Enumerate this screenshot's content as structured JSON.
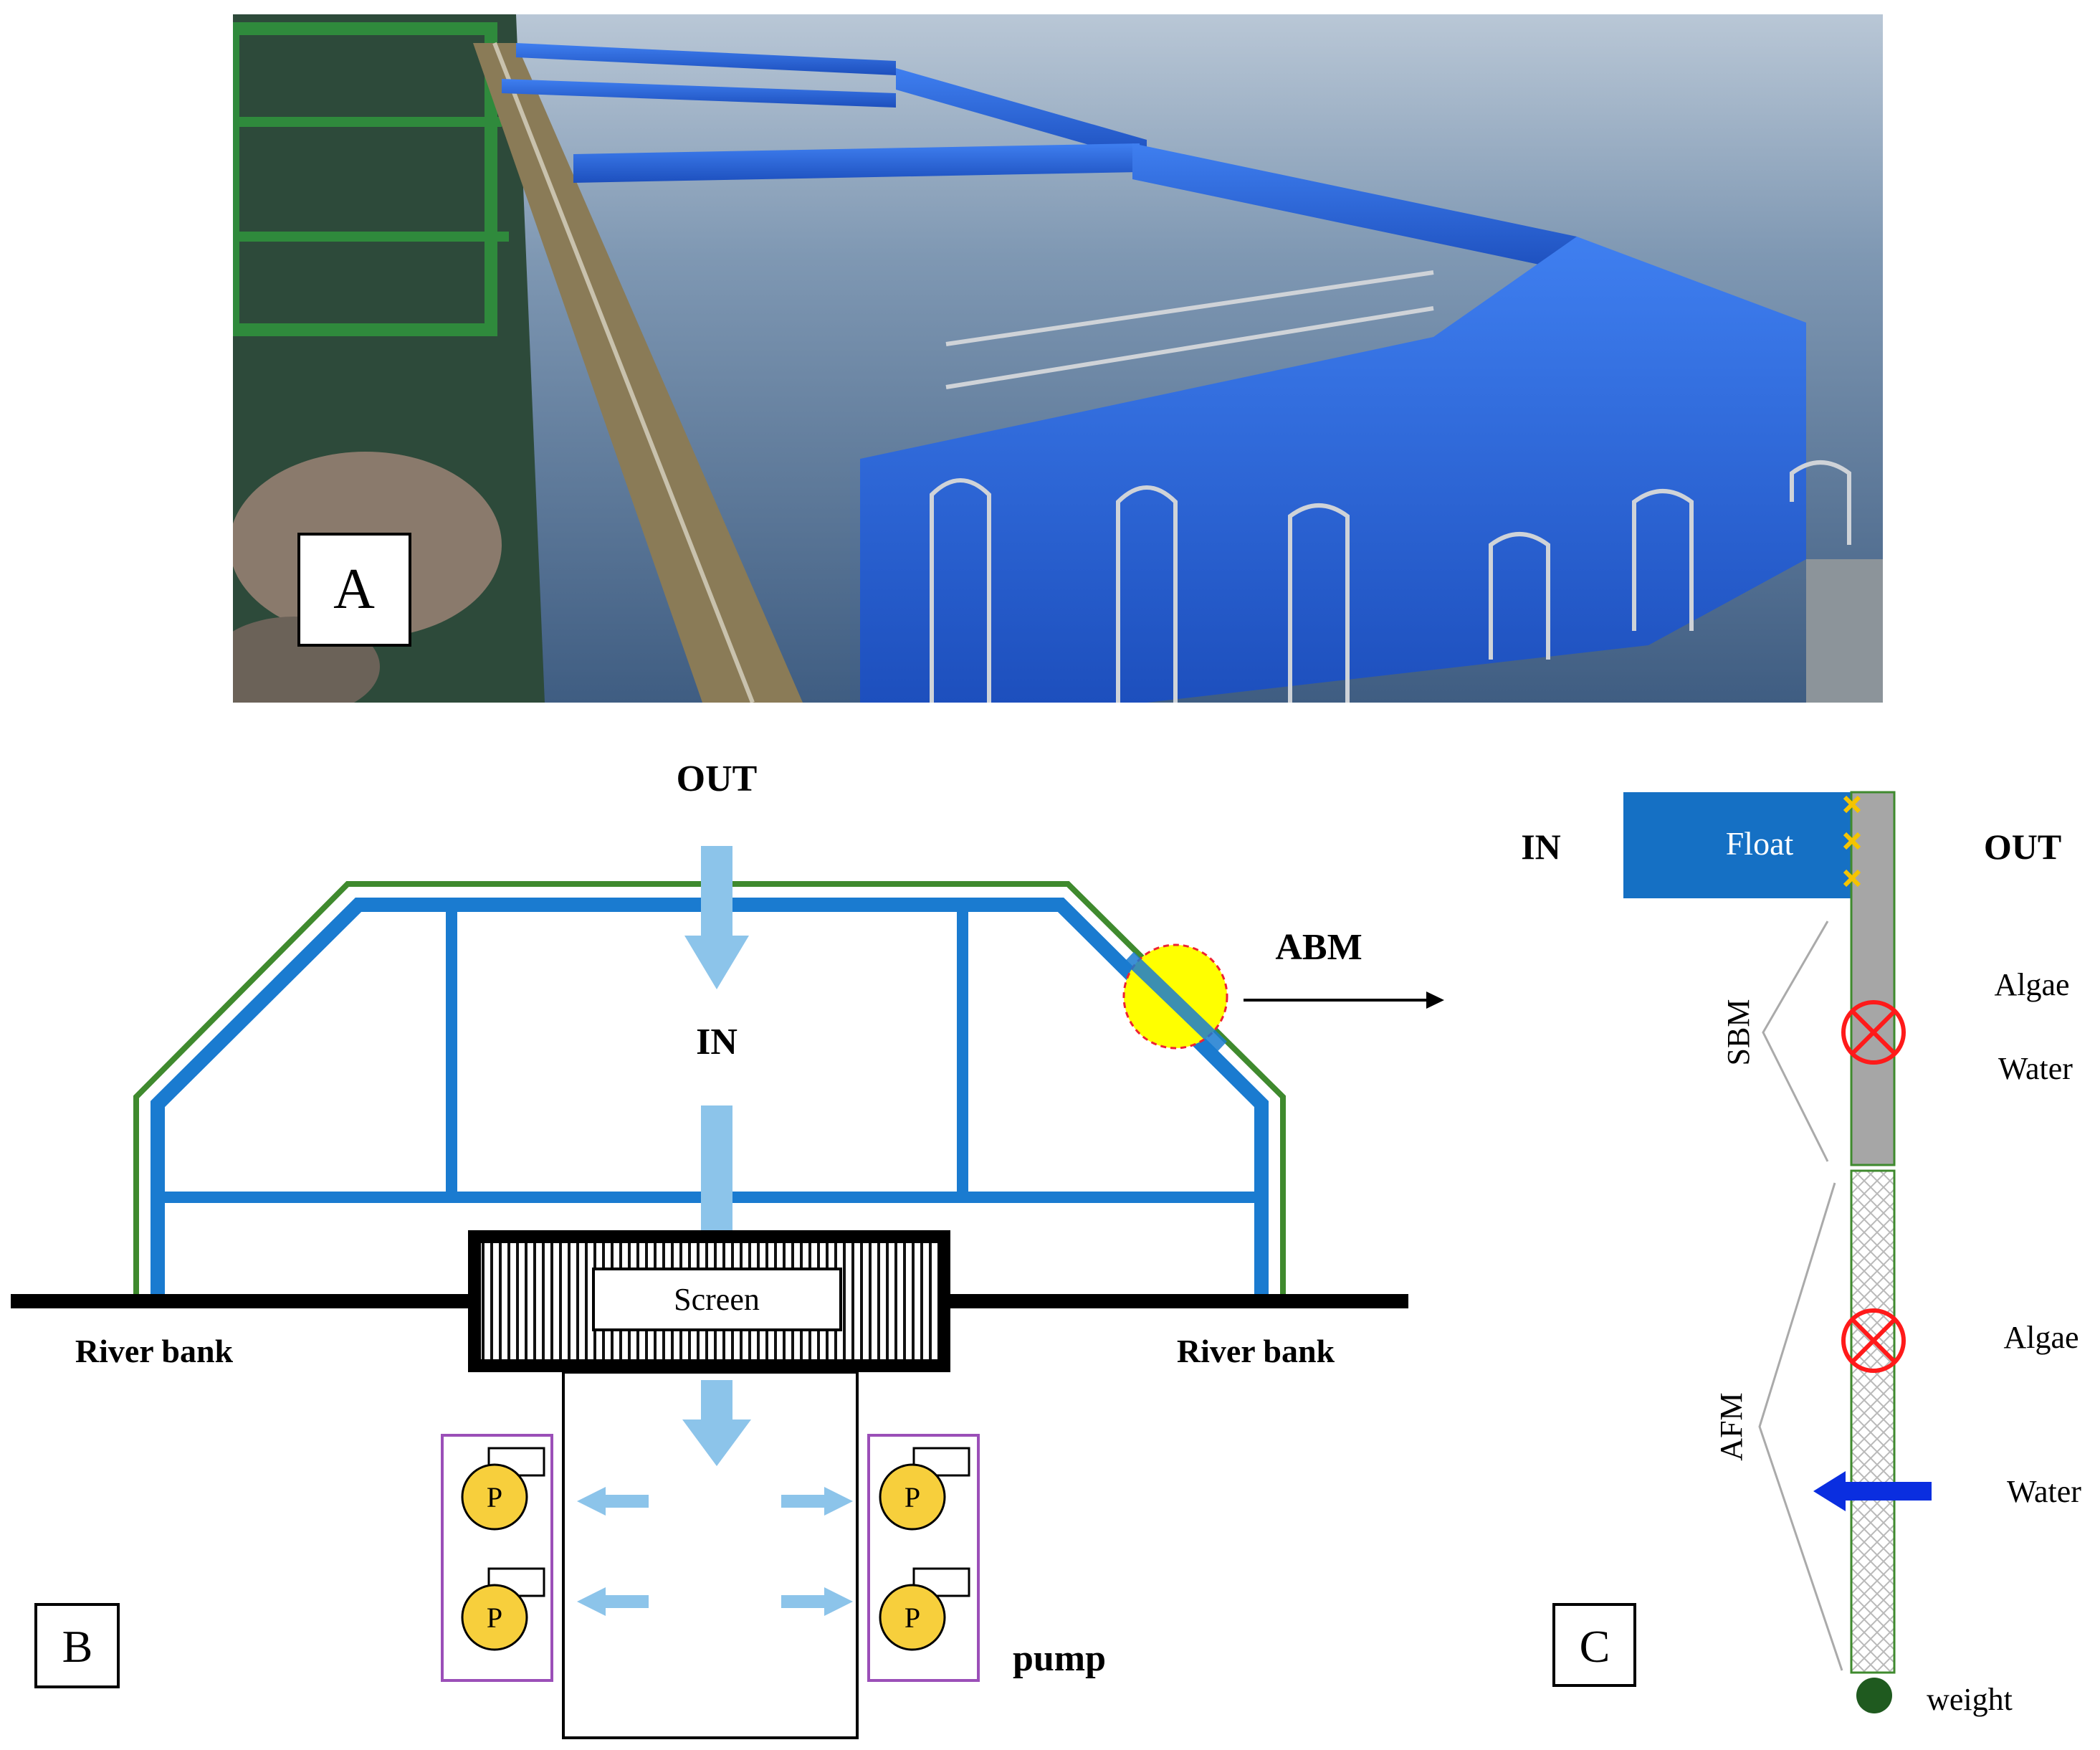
{
  "panel_a": {
    "label": "A"
  },
  "panel_b": {
    "label": "B",
    "out_label": "OUT",
    "in_label": "IN",
    "abm_label": "ABM",
    "screen_label": "Screen",
    "river_bank_left": "River bank",
    "river_bank_right": "River bank",
    "pump_glyph": "P",
    "pump_label": "pump"
  },
  "panel_c": {
    "label": "C",
    "in_label": "IN",
    "out_label": "OUT",
    "float_label": "Float",
    "sbm_label": "SBM",
    "afm_label": "AFM",
    "sbm_algae": "Algae",
    "sbm_water": "Water",
    "afm_algae": "Algae",
    "afm_water": "Water",
    "weight_label": "weight"
  },
  "colors": {
    "frame_blue": "#1a7bd0",
    "frame_green": "#3f8a2e",
    "arrow_light_blue": "#8cc4ea",
    "float_blue": "#1570c4",
    "abm_yellow": "#ffff00",
    "pump_yellow": "#f7cf3c",
    "pump_box_purple": "#9b4fb8",
    "stop_red": "#ff1a1a",
    "water_arrow_blue": "#0a2ee0",
    "weight_green": "#1f5a1f",
    "sbm_gray": "#a6a6a6"
  }
}
